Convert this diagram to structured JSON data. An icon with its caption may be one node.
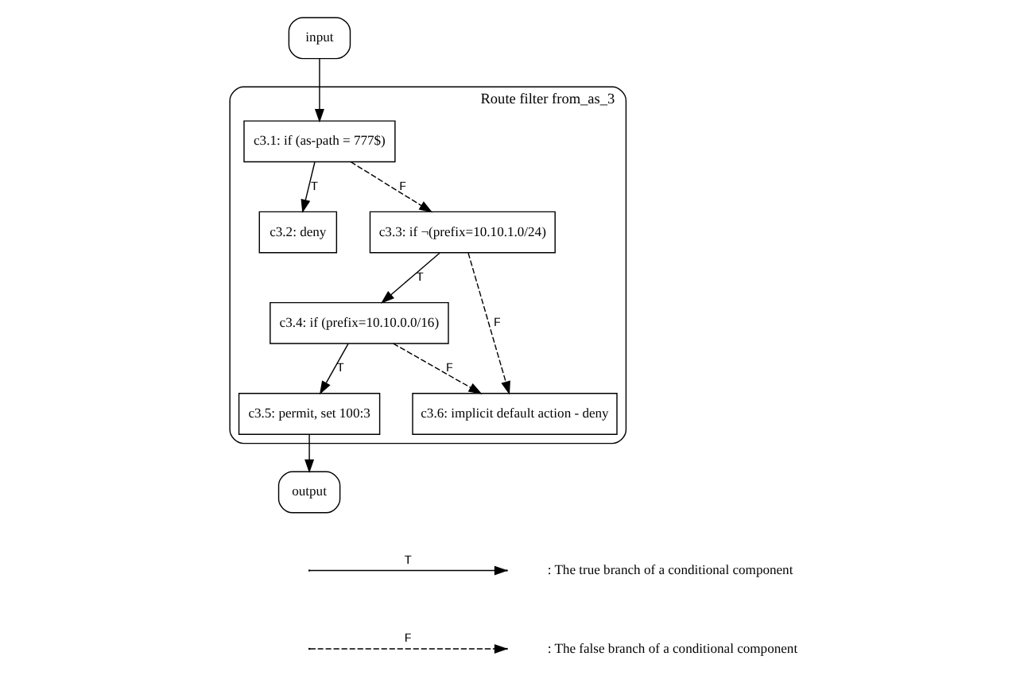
{
  "diagram": {
    "nodes": [
      {
        "text": [
          "Route filter from_as_3"
        ]
      },
      {
        "text": [
          "input"
        ]
      },
      {
        "text": [
          "c3.1: if (as-path = 777$)"
        ],
        "in": 0
      },
      {
        "text": [
          "c3.2: deny"
        ],
        "in": 0
      },
      {
        "text": [
          "c3.3: if ¬(prefix=10.10.1.0/24)"
        ],
        "in": 0
      },
      {
        "text": [
          "c3.4: if (prefix=10.10.0.0/16)"
        ],
        "in": 0
      },
      {
        "text": [
          "c3.6: implicit default action - deny"
        ],
        "in": 0
      },
      {
        "text": [
          "c3.5: permit, set 100:3"
        ],
        "in": 0
      },
      {
        "text": [
          "output"
        ]
      }
    ],
    "edges": [
      {
        "from": 1,
        "to": 2,
        "arrow": "to"
      },
      {
        "from": 2,
        "to": 3,
        "arrow": "to",
        "label": "T"
      },
      {
        "from": 2,
        "to": 4,
        "arrow": "to",
        "label": "F",
        "style": "dashed"
      },
      {
        "from": 4,
        "to": 5,
        "arrow": "to",
        "label": "T"
      },
      {
        "from": 4,
        "to": 6,
        "arrow": "to",
        "label": "F",
        "style": "dashed"
      },
      {
        "from": 5,
        "to": 6,
        "arrow": "to",
        "label": "F",
        "style": "dashed"
      },
      {
        "from": 5,
        "to": 7,
        "arrow": "to",
        "label": "T"
      },
      {
        "from": 7,
        "to": 8,
        "arrow": "to"
      }
    ],
    "labels": [
      "T",
      "F"
    ],
    "legend": [
      {
        "text": ": The true branch of a conditional component"
      },
      {
        "text": ": The false branch of a conditional component"
      }
    ]
  }
}
